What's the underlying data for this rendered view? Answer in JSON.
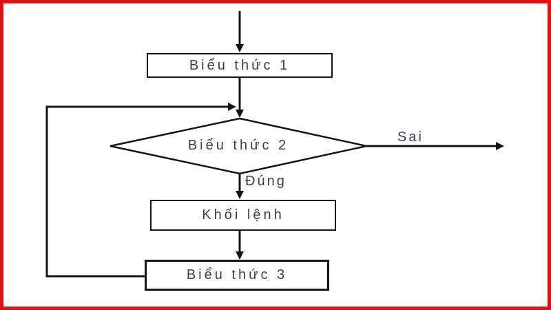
{
  "colors": {
    "frame_border": "#de1212",
    "line": "#151515",
    "text": "#3d3d47",
    "node_fill": "#ffffff",
    "background": "#ffffff"
  },
  "flowchart": {
    "type": "flowchart",
    "description": "Loop control-flow diagram with three expressions and a statement block",
    "nodes": [
      {
        "id": "expression-1",
        "shape": "rectangle",
        "label": "Biểu thức 1"
      },
      {
        "id": "expression-2",
        "shape": "diamond",
        "label": "Biểu thức 2"
      },
      {
        "id": "statement-block",
        "shape": "rectangle",
        "label": "Khối lệnh"
      },
      {
        "id": "expression-3",
        "shape": "rectangle",
        "label": "Biểu thức 3"
      }
    ],
    "edge_labels": {
      "false_branch": "Sai",
      "true_branch": "Đúng"
    },
    "edges": [
      {
        "from": "start",
        "to": "expression-1",
        "label": ""
      },
      {
        "from": "expression-1",
        "to": "expression-2",
        "label": ""
      },
      {
        "from": "expression-2",
        "to": "exit-right",
        "label": "Sai"
      },
      {
        "from": "expression-2",
        "to": "statement-block",
        "label": "Đúng"
      },
      {
        "from": "statement-block",
        "to": "expression-3",
        "label": ""
      },
      {
        "from": "expression-3",
        "to": "expression-2",
        "label": ""
      }
    ]
  }
}
